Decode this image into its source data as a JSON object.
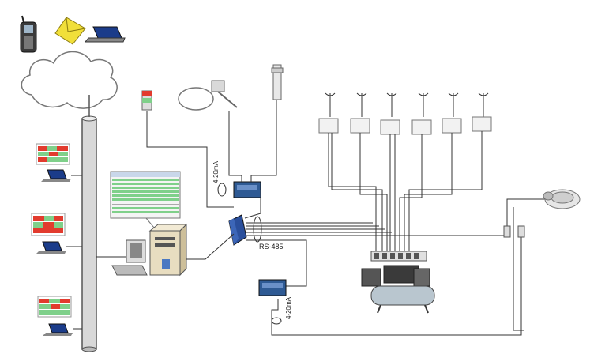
{
  "labels": {
    "rs485": "RS-485",
    "ma_top": "4-20mA",
    "ma_bottom": "4-20mA"
  },
  "colors": {
    "wire": "#333333",
    "pole": "#d8d8d8",
    "screen_green": "#7fd08a",
    "signal_red": "#e23b2e",
    "accent_blue": "#2a4f9c",
    "envelope": "#f1df3a"
  },
  "icons": [
    "mobile-phone-icon",
    "email-envelope-icon",
    "laptop-icon",
    "cloud-icon",
    "server-pc-icon",
    "monitor-screen-icon",
    "rs485-converter-icon",
    "transmitter-icon",
    "signal-tower-icon",
    "temperature-probe-icon",
    "rod-sensor-icon",
    "ceiling-sensor-icon",
    "air-compressor-icon",
    "flow-meter-icon"
  ]
}
